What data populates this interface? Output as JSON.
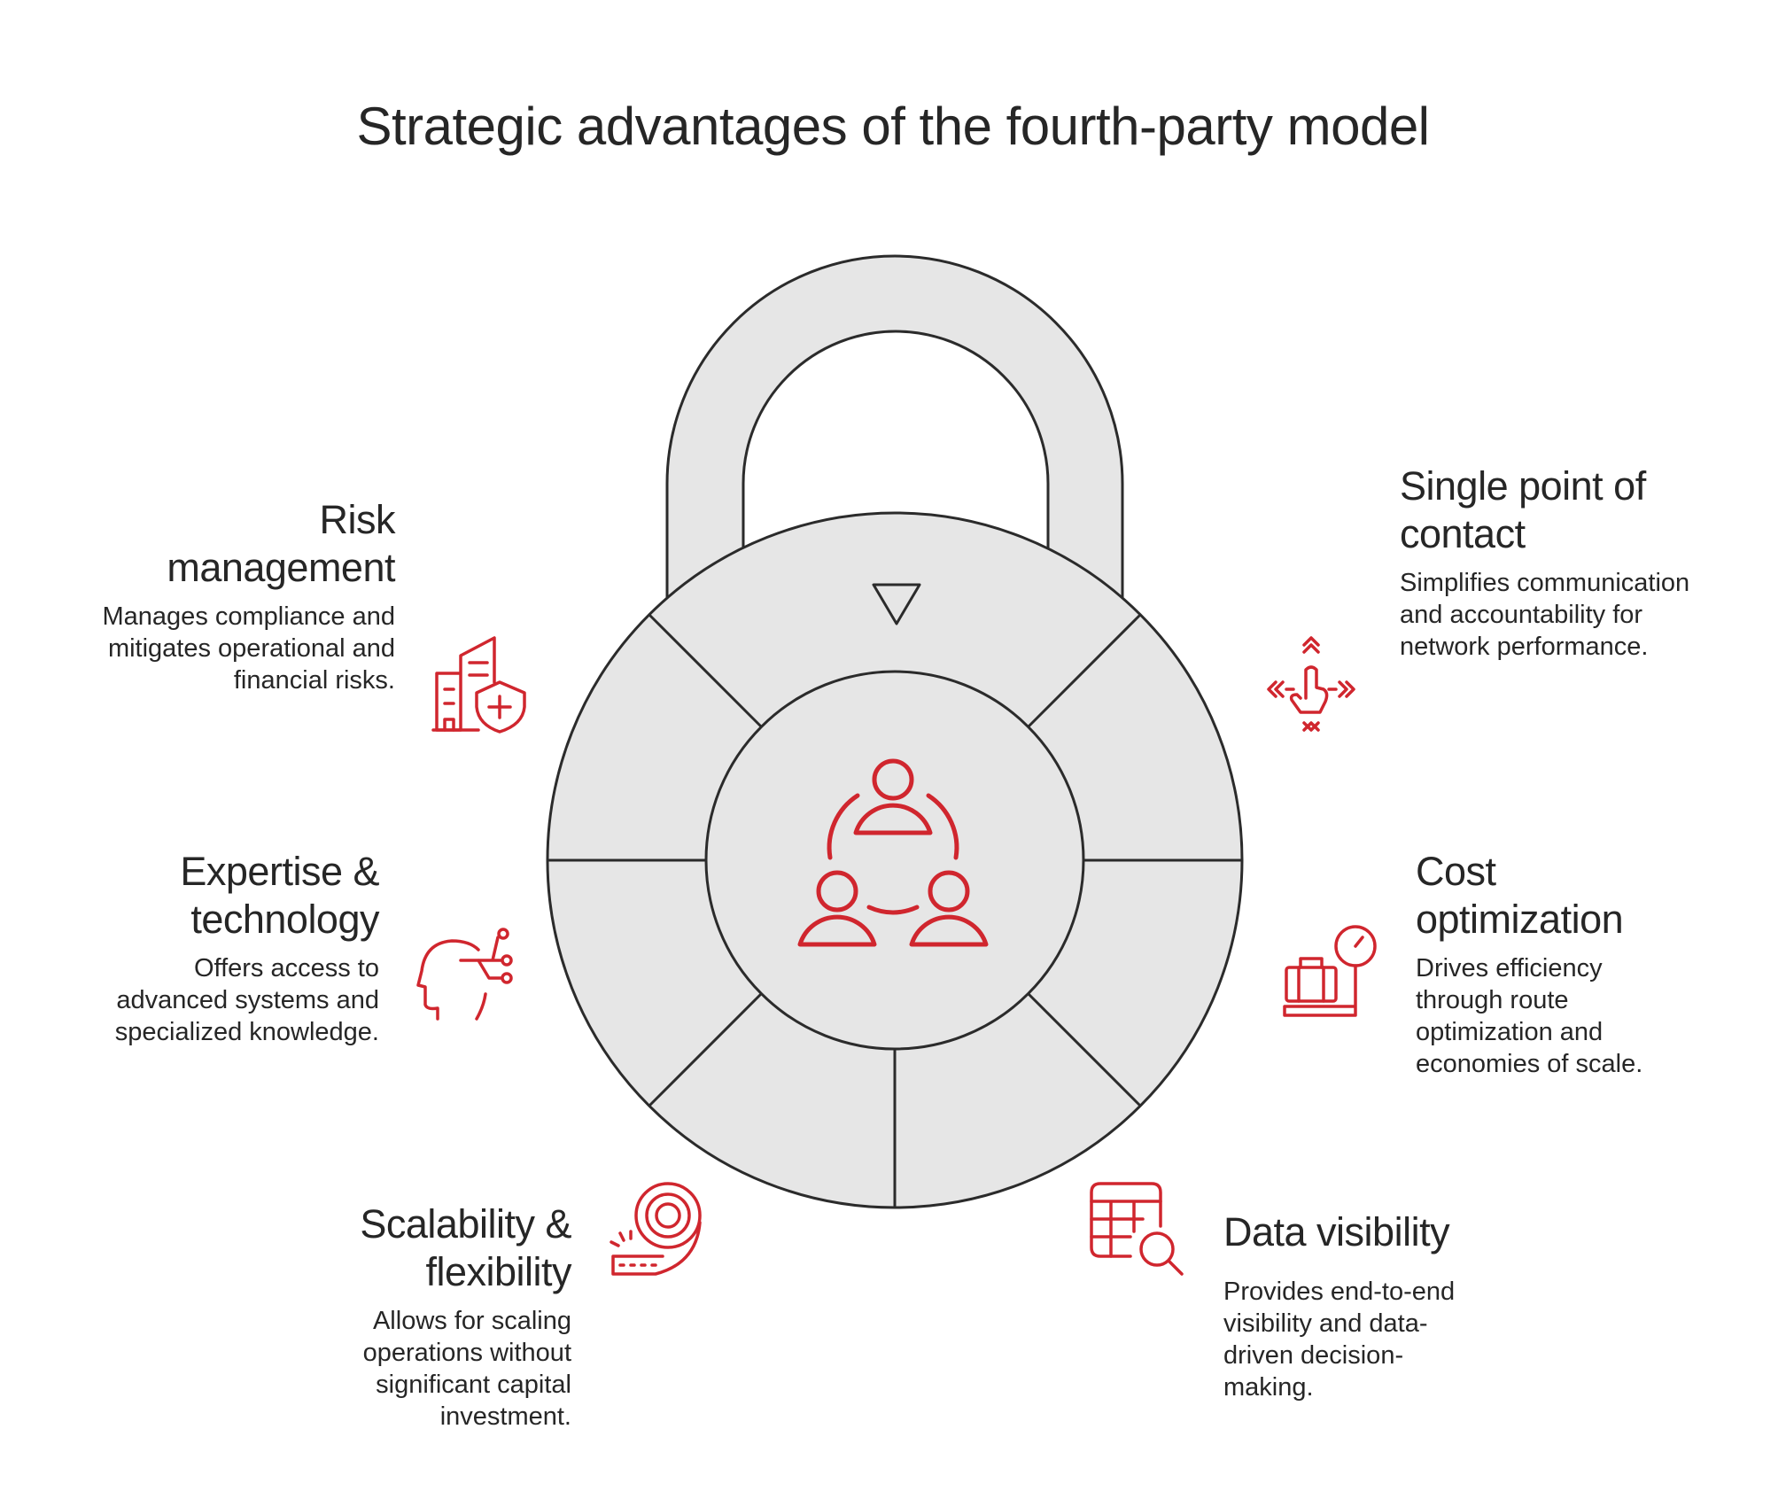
{
  "title": "Strategic advantages of the fourth-party model",
  "colors": {
    "accent": "#d0262e",
    "fill": "#e6e6e6",
    "stroke": "#2b2b2b"
  },
  "center_icon": "team-collaboration-icon",
  "items": [
    {
      "heading": "Risk management",
      "body": "Manages compliance and mitigates operational and financial risks.",
      "icon": "building-shield-icon"
    },
    {
      "heading": "Single point of contact",
      "body": "Simplifies communication and accountability for network performance.",
      "icon": "hand-pointer-arrows-icon"
    },
    {
      "heading": "Expertise & technology",
      "body": "Offers access to advanced systems and specialized knowledge.",
      "icon": "head-circuit-icon"
    },
    {
      "heading": "Cost optimization",
      "body": "Drives efficiency through route optimization and economies of scale.",
      "icon": "luggage-scale-icon"
    },
    {
      "heading": "Scalability & flexibility",
      "body": "Allows for scaling operations without significant capital investment.",
      "icon": "tape-roll-icon"
    },
    {
      "heading": "Data visibility",
      "body": "Provides end-to-end visibility and data-driven decision-making.",
      "icon": "table-search-icon"
    }
  ]
}
